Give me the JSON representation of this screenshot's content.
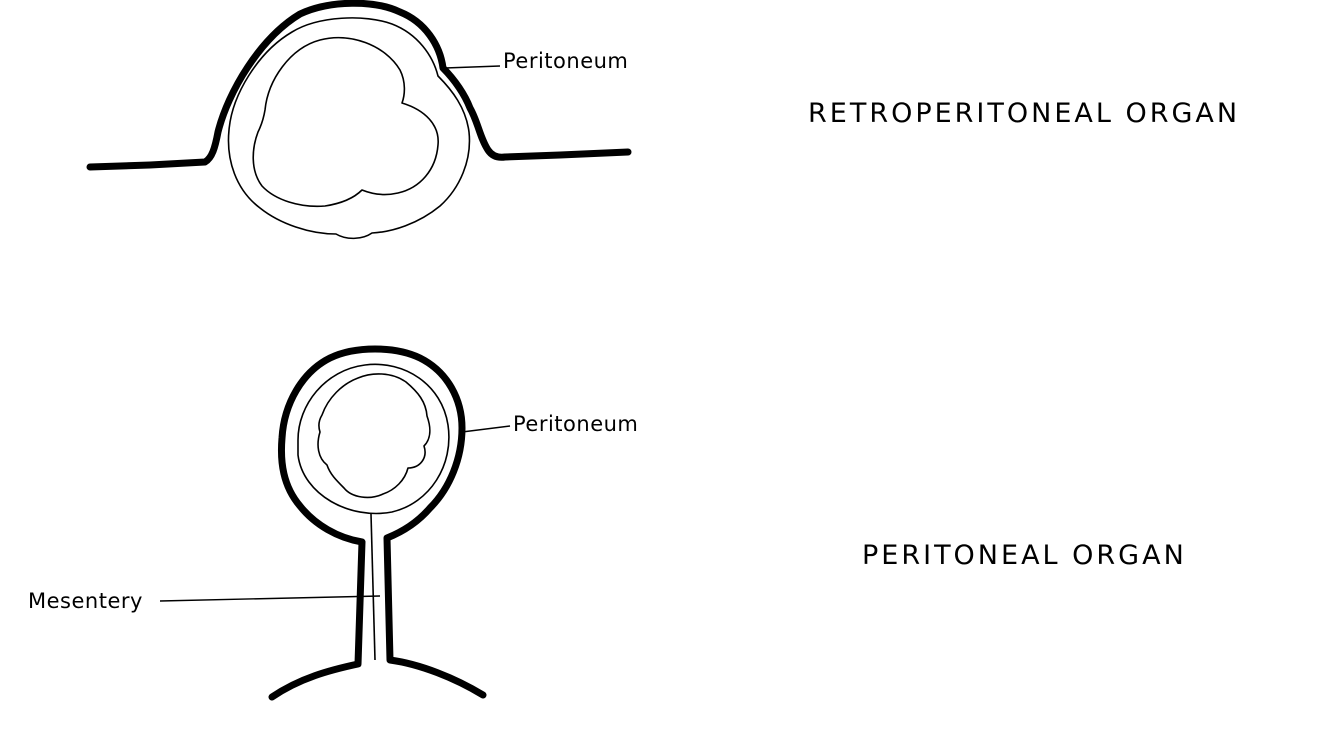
{
  "diagram": {
    "retroperitoneal": {
      "title": "RETROPERITONEAL ORGAN",
      "label_peritoneum": "Peritoneum"
    },
    "peritoneal": {
      "title": "PERITONEAL ORGAN",
      "label_peritoneum": "Peritoneum",
      "label_mesentery": "Mesentery"
    }
  }
}
